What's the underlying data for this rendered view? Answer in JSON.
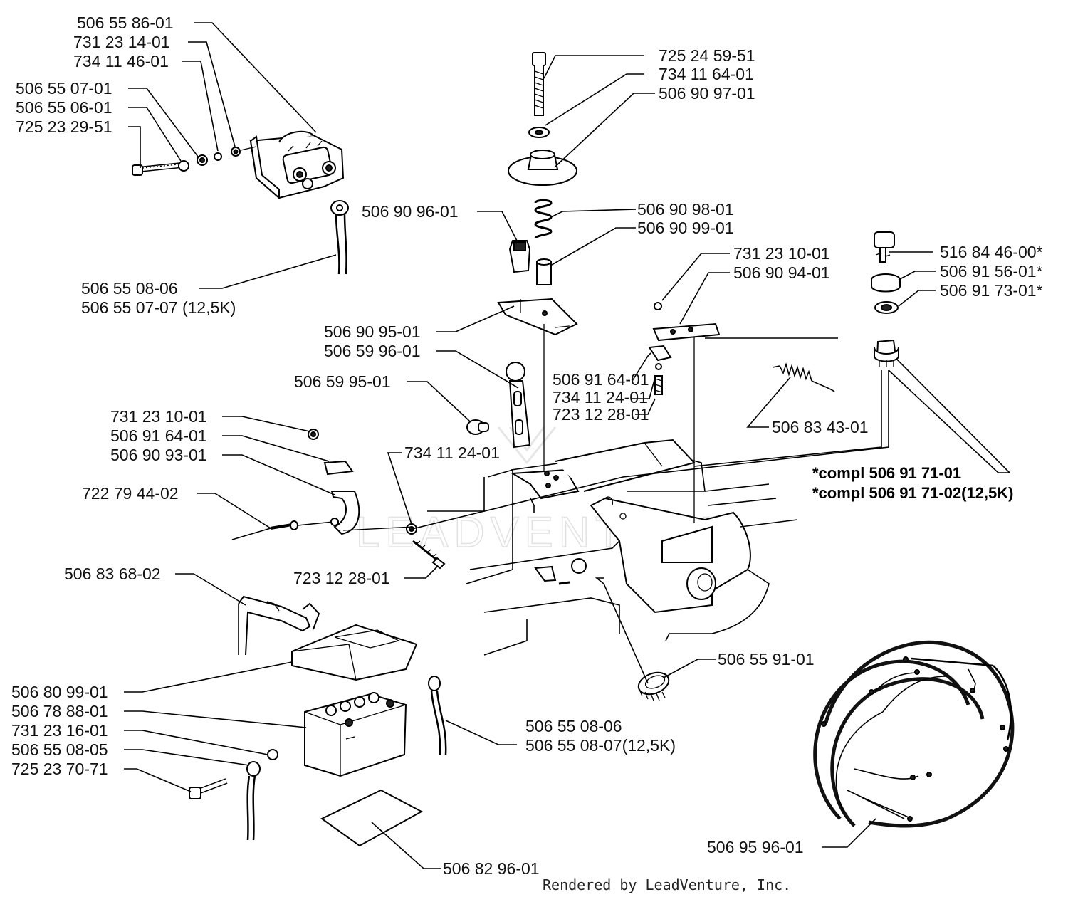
{
  "labels": {
    "l_506558601": "506 55 86-01",
    "l_731231401": "731 23 14-01",
    "l_734114601": "734 11 46-01",
    "l_506550701": "506 55 07-01",
    "l_506550601": "506 55 06-01",
    "l_725232951": "725 23 29-51",
    "l_506550806a": "506 55 08-06",
    "l_506550707": "506 55 07-07 (12,5K)",
    "l_725245951": "725 24 59-51",
    "l_734116401": "734 11 64-01",
    "l_506909701": "506 90 97-01",
    "l_506909601": "506 90 96-01",
    "l_506909801": "506 90 98-01",
    "l_506909901": "506 90 99-01",
    "l_506909501": "506 90 95-01",
    "l_506599601": "506 59 96-01",
    "l_506599501": "506 59 95-01",
    "l_731231001a": "731 23 10-01",
    "l_506909401": "506 90 94-01",
    "l_506916401a": "506 91 64-01",
    "l_734112401a": "734 11 24-01",
    "l_723122801a": "723 12 28-01",
    "l_506834301": "506 83 43-01",
    "l_516844600": "516 84 46-00*",
    "l_506915601": "506 91 56-01*",
    "l_506917301": "506 91 73-01*",
    "l_compl01": "*compl 506 91 71-01",
    "l_compl02": "*compl 506 91 71-02(12,5K)",
    "l_731231001b": "731 23 10-01",
    "l_506916401b": "506 91 64-01",
    "l_506909301": "506 90 93-01",
    "l_722794402": "722 79 44-02",
    "l_734112401b": "734 11 24-01",
    "l_723122801b": "723 12 28-01",
    "l_506836802": "506 83 68-02",
    "l_506809901": "506 80 99-01",
    "l_506788801": "506 78 88-01",
    "l_731231601": "731 23 16-01",
    "l_506550805": "506 55 08-05",
    "l_725237071": "725 23 70-71",
    "l_506550806b": "506 55 08-06",
    "l_506550807": "506 55 08-07(12,5K)",
    "l_506559101": "506 55 91-01",
    "l_506829601": "506 82 96-01",
    "l_506959601": "506 95 96-01"
  },
  "footer": "Rendered by LeadVenture, Inc.",
  "watermark": "LEADVENTURE"
}
